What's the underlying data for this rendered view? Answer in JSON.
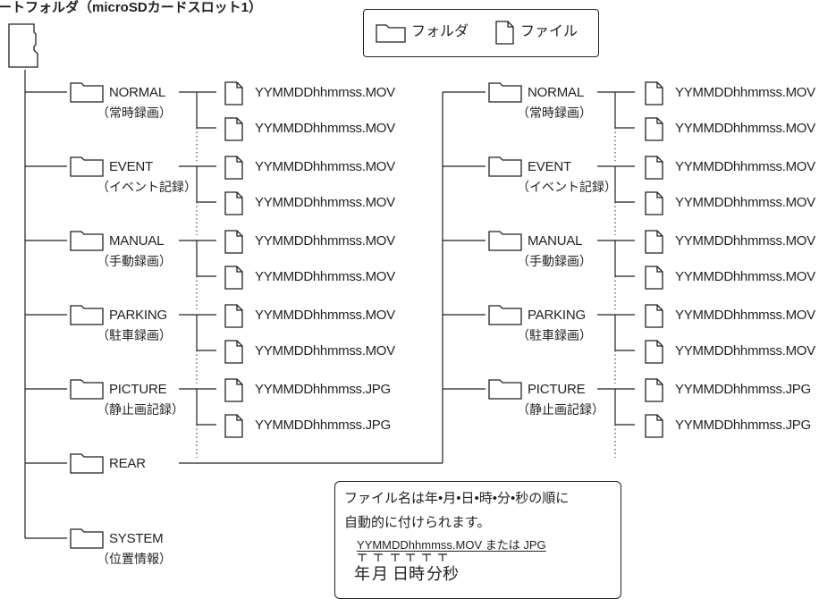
{
  "title": "ートフォルダ（microSDカードスロット1）",
  "legend": {
    "folder_label": "フォルダ",
    "file_label": "ファイル"
  },
  "colors": {
    "ink": "#231f20",
    "background": "#ffffff"
  },
  "left_tree": {
    "folders": [
      {
        "name": "NORMAL",
        "sub": "（常時録画）",
        "files": [
          "YYMMDDhhmmss.MOV",
          "YYMMDDhhmmss.MOV"
        ]
      },
      {
        "name": "EVENT",
        "sub": "（イベント記録）",
        "files": [
          "YYMMDDhhmmss.MOV",
          "YYMMDDhhmmss.MOV"
        ]
      },
      {
        "name": "MANUAL",
        "sub": "（手動録画）",
        "files": [
          "YYMMDDhhmmss.MOV",
          "YYMMDDhhmmss.MOV"
        ]
      },
      {
        "name": "PARKING",
        "sub": "（駐車録画）",
        "files": [
          "YYMMDDhhmmss.MOV",
          "YYMMDDhhmmss.MOV"
        ]
      },
      {
        "name": "PICTURE",
        "sub": "（静止画記録）",
        "files": [
          "YYMMDDhhmmss.JPG",
          "YYMMDDhhmmss.JPG"
        ]
      }
    ],
    "rear": {
      "name": "REAR"
    },
    "system": {
      "name": "SYSTEM",
      "sub": "（位置情報）"
    }
  },
  "right_tree": {
    "folders": [
      {
        "name": "NORMAL",
        "sub": "（常時録画）",
        "files": [
          "YYMMDDhhmmss.MOV",
          "YYMMDDhhmmss.MOV"
        ]
      },
      {
        "name": "EVENT",
        "sub": "（イベント記録）",
        "files": [
          "YYMMDDhhmmss.MOV",
          "YYMMDDhhmmss.MOV"
        ]
      },
      {
        "name": "MANUAL",
        "sub": "（手動録画）",
        "files": [
          "YYMMDDhhmmss.MOV",
          "YYMMDDhhmmss.MOV"
        ]
      },
      {
        "name": "PARKING",
        "sub": "（駐車録画）",
        "files": [
          "YYMMDDhhmmss.MOV",
          "YYMMDDhhmmss.MOV"
        ]
      },
      {
        "name": "PICTURE",
        "sub": "（静止画記録）",
        "files": [
          "YYMMDDhhmmss.JPG",
          "YYMMDDhhmmss.JPG"
        ]
      }
    ]
  },
  "note": {
    "line1": "ファイル名は年•月•日•時•分•秒の順に",
    "line2": "自動的に付けられます。",
    "format": "YYMMDDhhmmss.MOV または JPG",
    "units": [
      "年",
      "月",
      "日",
      "時",
      "分",
      "秒"
    ]
  },
  "icons": [
    "sd-card-icon",
    "folder-icon",
    "file-icon"
  ]
}
